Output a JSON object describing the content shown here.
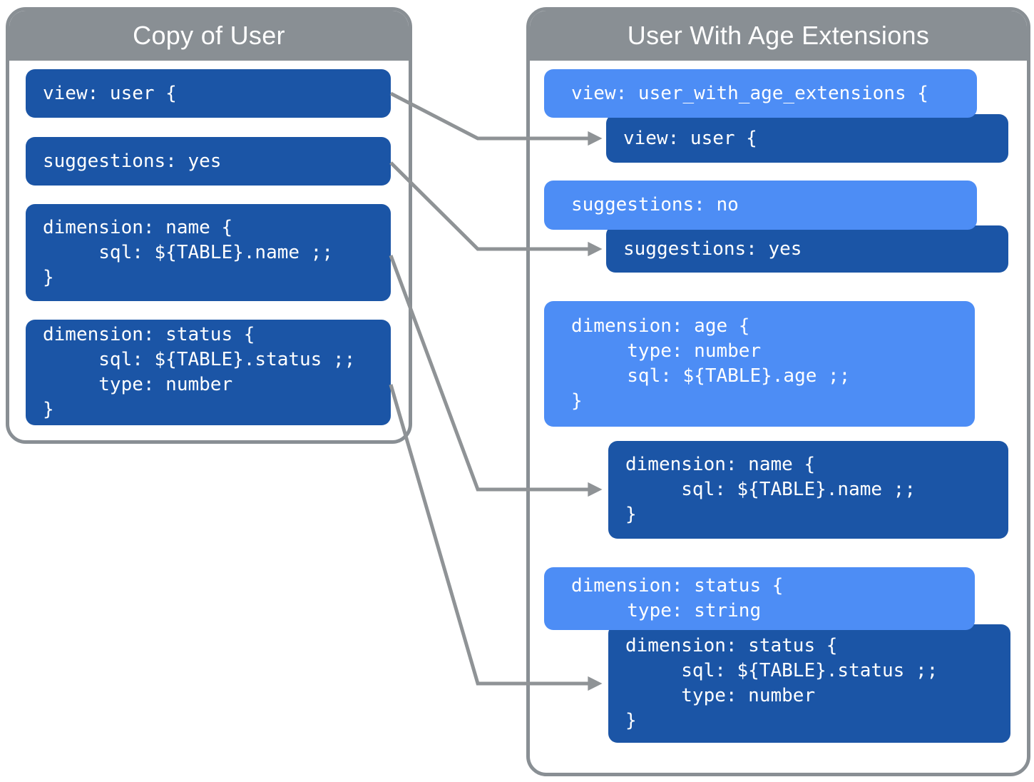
{
  "colors": {
    "gray": "#898F94",
    "dark_blue": "#1B55A6",
    "light_blue": "#4D8DF5",
    "arrow_gray": "#8F9396",
    "text_white": "#ffffff"
  },
  "left_panel": {
    "title": "Copy of User",
    "blocks": [
      {
        "id": "view-user",
        "style": "dark",
        "lines": [
          "view: user {"
        ]
      },
      {
        "id": "suggestions-yes",
        "style": "dark",
        "lines": [
          "suggestions: yes"
        ]
      },
      {
        "id": "dimension-name",
        "style": "dark",
        "lines": [
          "dimension: name {",
          "     sql: ${TABLE}.name ;;",
          "}"
        ]
      },
      {
        "id": "dimension-status",
        "style": "dark",
        "lines": [
          "dimension: status {",
          "     sql: ${TABLE}.status ;;",
          "     type: number",
          "}"
        ]
      }
    ]
  },
  "right_panel": {
    "title": "User With Age Extensions",
    "blocks": [
      {
        "id": "extended-view",
        "style": "light",
        "lines": [
          "view: user_with_age_extensions {"
        ]
      },
      {
        "id": "original-view",
        "style": "dark",
        "lines": [
          "view: user {"
        ]
      },
      {
        "id": "extended-suggestions",
        "style": "light",
        "lines": [
          "suggestions: no"
        ]
      },
      {
        "id": "original-suggestions",
        "style": "dark",
        "lines": [
          "suggestions: yes"
        ]
      },
      {
        "id": "dimension-age",
        "style": "light",
        "lines": [
          "dimension: age {",
          "     type: number",
          "     sql: ${TABLE}.age ;;",
          "}"
        ]
      },
      {
        "id": "original-dimension-name",
        "style": "dark",
        "lines": [
          "dimension: name {",
          "     sql: ${TABLE}.name ;;",
          "}"
        ]
      },
      {
        "id": "extended-dimension-status",
        "style": "light",
        "lines": [
          "dimension: status {",
          "     type: string"
        ]
      },
      {
        "id": "original-dimension-status",
        "style": "dark",
        "lines": [
          "dimension: status {",
          "     sql: ${TABLE}.status ;;",
          "     type: number",
          "}"
        ]
      }
    ]
  },
  "mappings": [
    {
      "from": "view-user",
      "to": "original-view"
    },
    {
      "from": "suggestions-yes",
      "to": "original-suggestions"
    },
    {
      "from": "dimension-name",
      "to": "original-dimension-name"
    },
    {
      "from": "dimension-status",
      "to": "original-dimension-status"
    }
  ]
}
